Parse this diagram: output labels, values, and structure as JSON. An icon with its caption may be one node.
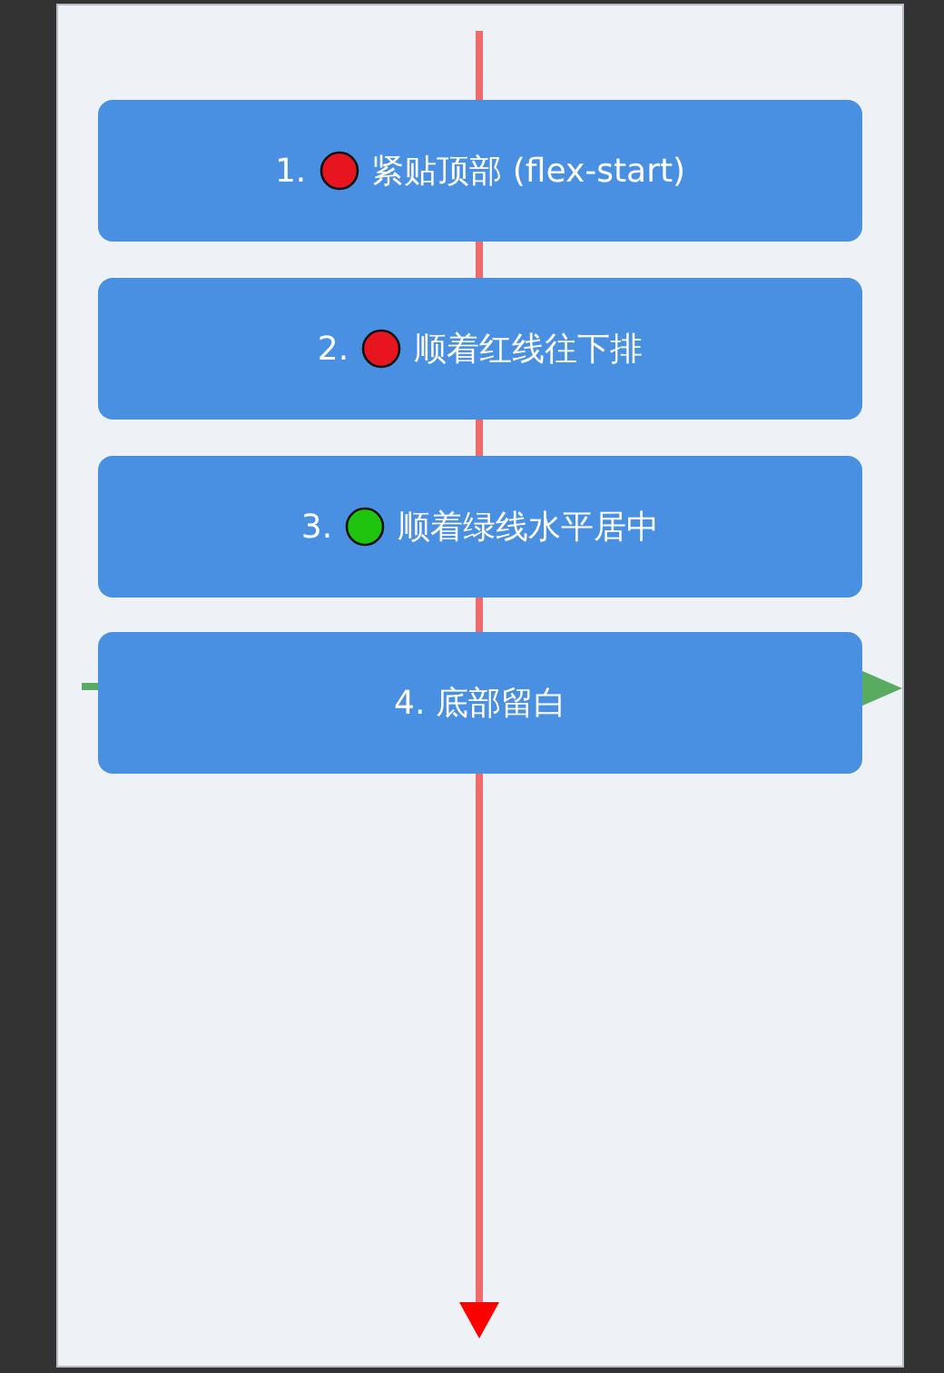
{
  "diagram": {
    "nodes": [
      {
        "text": [
          "1.",
          "紧贴顶部 (flex-start)"
        ]
      },
      {
        "text": [
          "2.",
          "顺着红线往下排"
        ]
      },
      {
        "text": [
          "3.",
          "顺着绿线水平居中"
        ]
      },
      {
        "text": [
          "4. 底部留白"
        ]
      }
    ]
  }
}
